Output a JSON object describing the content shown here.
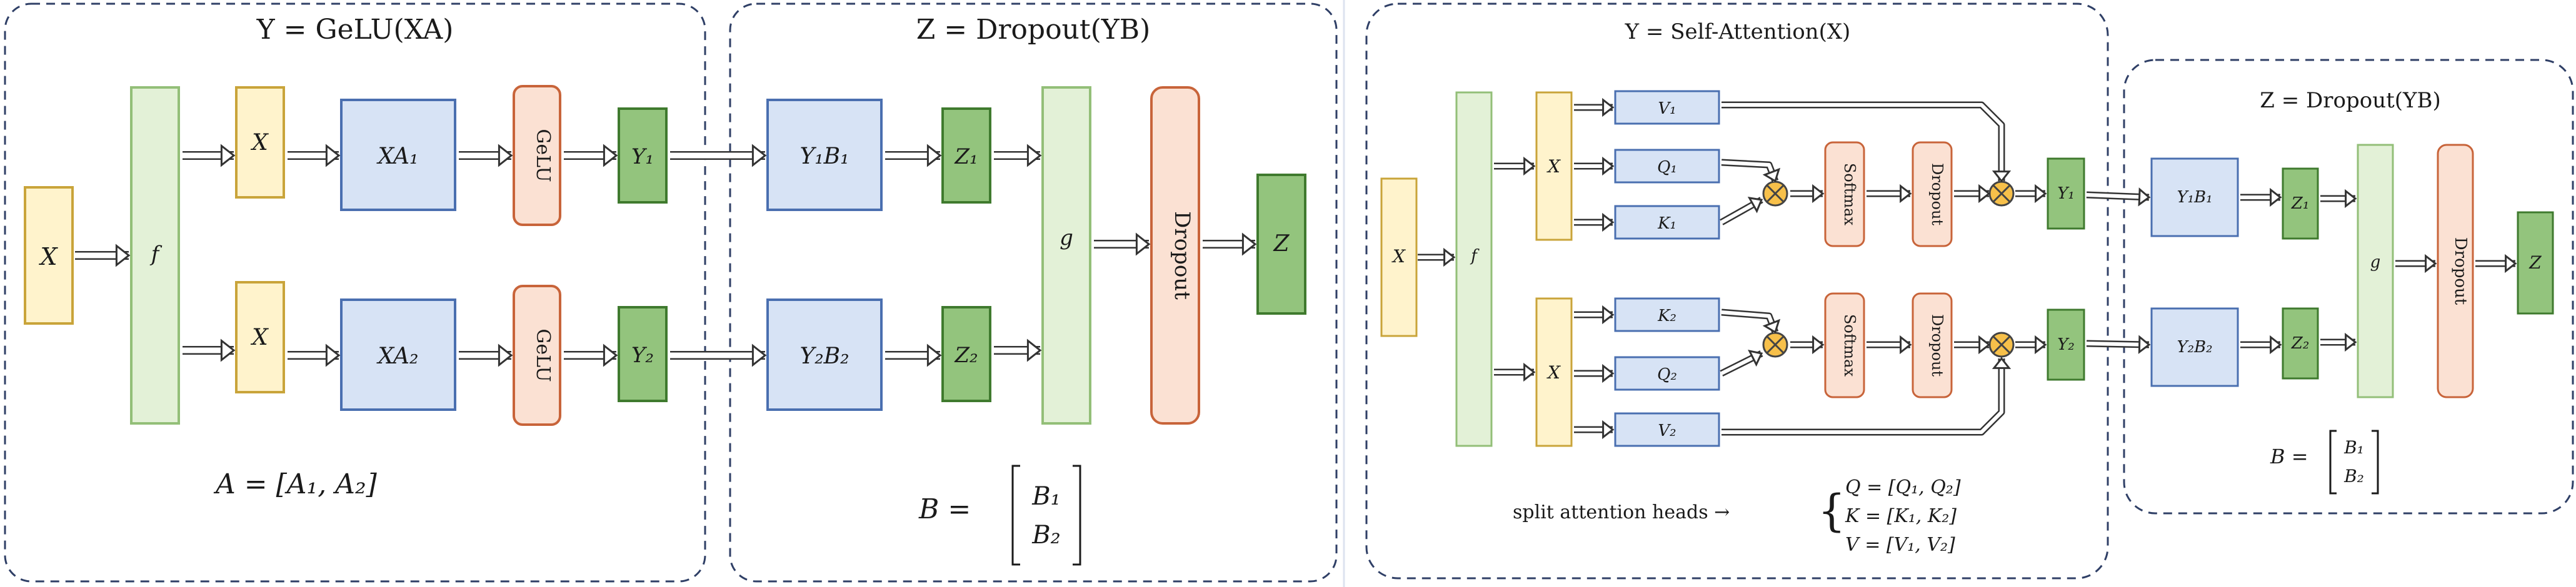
{
  "left": {
    "mlp_title": "Y = GeLU(XA)",
    "dropout_title": "Z = Dropout(YB)",
    "input_label": "X",
    "f_label": "f",
    "g_label": "g",
    "x_label": "X",
    "xa1": "XA₁",
    "xa2": "XA₂",
    "gelu": "GeLU",
    "y1": "Y₁",
    "y2": "Y₂",
    "yb1": "Y₁B₁",
    "yb2": "Y₂B₂",
    "z1": "Z₁",
    "z2": "Z₂",
    "dropout": "Dropout",
    "z": "Z",
    "a_eq": "A = [A₁, A₂]",
    "b_eq_lhs": "B =",
    "b1": "B₁",
    "b2": "B₂"
  },
  "right": {
    "attn_title": "Y = Self-Attention(X)",
    "dropout_title": "Z = Dropout(YB)",
    "input_label": "X",
    "f_label": "f",
    "g_label": "g",
    "x_label": "X",
    "v1": "V₁",
    "q1": "Q₁",
    "k1": "K₁",
    "k2": "K₂",
    "q2": "Q₂",
    "v2": "V₂",
    "softmax": "Softmax",
    "dropout": "Dropout",
    "y1": "Y₁",
    "y2": "Y₂",
    "yb1": "Y₁B₁",
    "yb2": "Y₂B₂",
    "z1": "Z₁",
    "z2": "Z₂",
    "z": "Z",
    "b_eq_lhs": "B =",
    "b1": "B₁",
    "b2": "B₂",
    "split_label": "split attention heads →",
    "q_eq": "Q = [Q₁, Q₂]",
    "k_eq": "K = [K₁, K₂]",
    "v_eq": "V = [V₁, V₂]"
  },
  "colors": {
    "yellow_fill": "#fff3cc",
    "yellow_stroke": "#c9a43a",
    "green_light_fill": "#e3f1d7",
    "green_light_stroke": "#93bf78",
    "blue_fill": "#d7e3f5",
    "blue_stroke": "#4a6fb0",
    "orange_fill": "#fbe1d3",
    "orange_stroke": "#c8643a",
    "green_fill": "#93c47d",
    "green_stroke": "#3f7a2e",
    "frame": "#2f3f66"
  }
}
